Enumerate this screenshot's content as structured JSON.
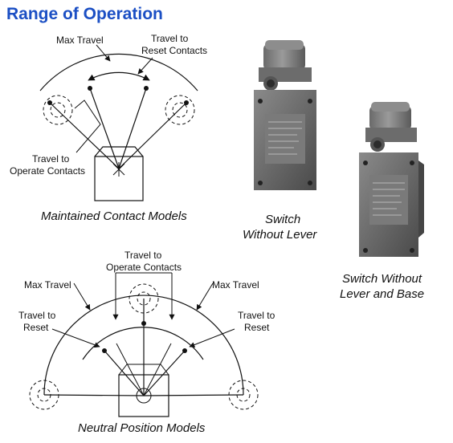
{
  "title": "Range of Operation",
  "maintained": {
    "max_travel": "Max Travel",
    "travel_to_reset_line1": "Travel to",
    "travel_to_reset_line2": "Reset Contacts",
    "travel_to_operate_line1": "Travel to",
    "travel_to_operate_line2": "Operate Contacts",
    "caption": "Maintained Contact Models"
  },
  "neutral": {
    "travel_to_operate_line1": "Travel to",
    "travel_to_operate_line2": "Operate Contacts",
    "max_travel_left": "Max Travel",
    "max_travel_right": "Max Travel",
    "reset_left_line1": "Travel to",
    "reset_left_line2": "Reset",
    "reset_right_line1": "Travel to",
    "reset_right_line2": "Reset",
    "caption": "Neutral Position Models"
  },
  "photos": {
    "switch_without_lever_line1": "Switch",
    "switch_without_lever_line2": "Without Lever",
    "switch_without_lever_base_line1": "Switch Without",
    "switch_without_lever_base_line2": "Lever and Base"
  }
}
